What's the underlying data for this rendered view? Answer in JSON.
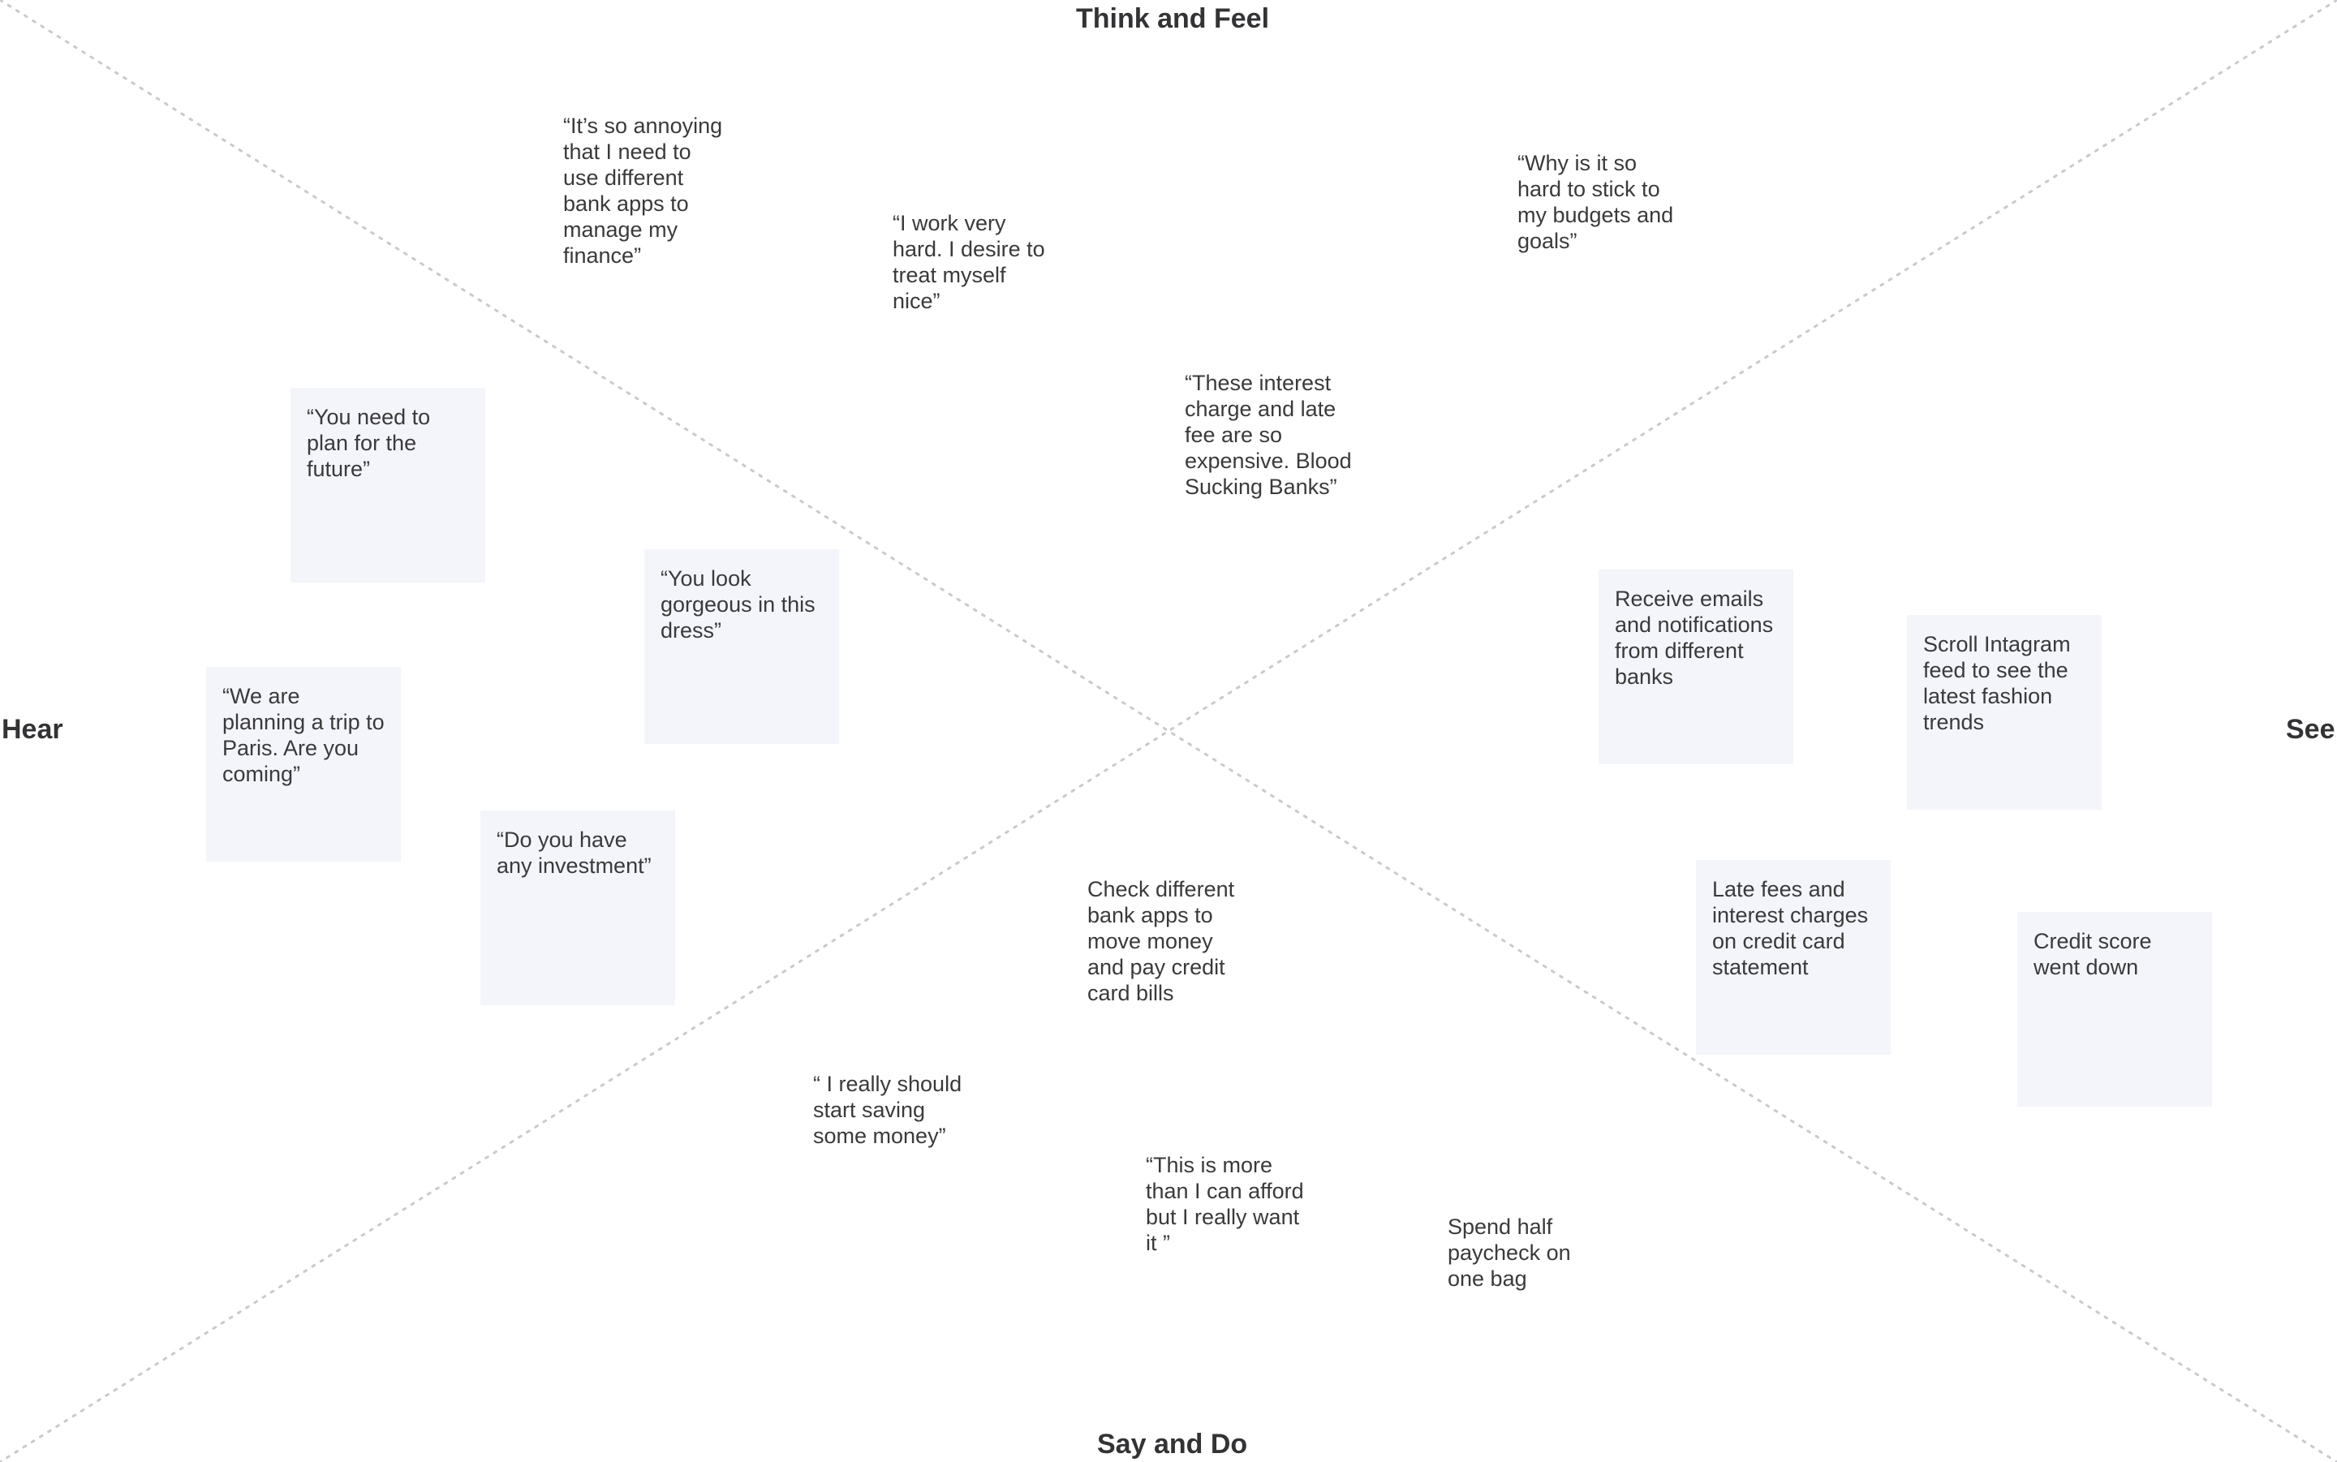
{
  "labels": {
    "think_feel": "Think and Feel",
    "say_do": "Say and Do",
    "hear": "Hear",
    "see": "See"
  },
  "colors": {
    "sticky_background": "#f4f5fa",
    "divider": "#c9c9cf",
    "text": "#3a3a3c"
  },
  "think_feel": {
    "note_1": "“It’s so annoying\nthat I need to\nuse different\nbank apps to\nmanage my\nfinance”",
    "note_2": "“I work very\nhard. I desire to\ntreat myself\nnice”",
    "note_3": "“Why is it so\nhard to stick to\nmy budgets and\ngoals”",
    "note_4": "“These interest\ncharge and late\nfee are so\nexpensive. Blood\nSucking Banks”"
  },
  "hear": {
    "note_1": "“You need to\nplan for the\nfuture”",
    "note_2": "“You look\ngorgeous in this\ndress”",
    "note_3": "“We are\nplanning a trip to\nParis. Are you\ncoming”",
    "note_4": "“Do you have\nany investment”"
  },
  "see": {
    "note_1": "Receive emails\nand notifications\nfrom different\nbanks",
    "note_2": "Scroll Intagram\nfeed to see the\nlatest fashion\ntrends",
    "note_3": "Late fees and\ninterest charges\non credit card\nstatement",
    "note_4": "Credit score\nwent down"
  },
  "say_do": {
    "note_1": "Check different\nbank apps to\nmove money\nand pay credit\ncard bills",
    "note_2": "“ I really should\nstart saving\nsome money”",
    "note_3": "“This is more\nthan I can afford\nbut I really want\nit ”",
    "note_4": "Spend half\npaycheck on\none bag"
  }
}
